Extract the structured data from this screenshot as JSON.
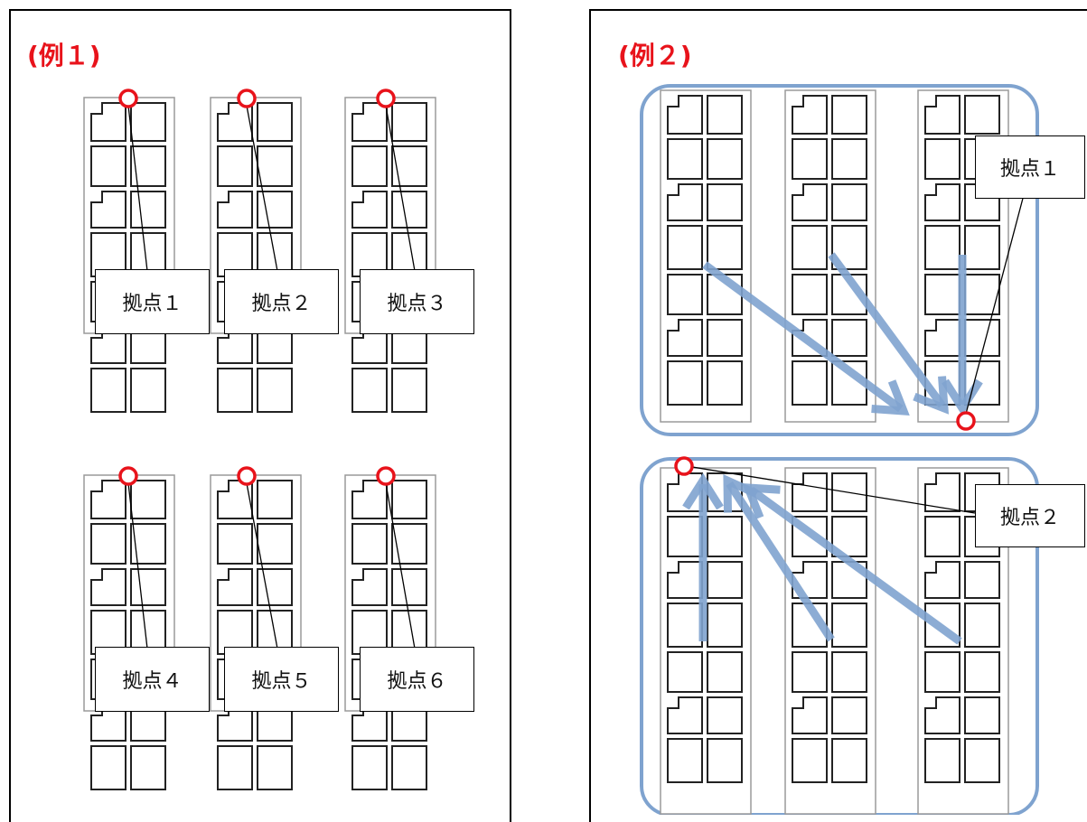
{
  "examples": [
    {
      "title": "(例１)",
      "base_labels": [
        "拠点１",
        "拠点２",
        "拠点３",
        "拠点４",
        "拠点５",
        "拠点６"
      ]
    },
    {
      "title": "(例２)",
      "base_labels": [
        "拠点１",
        "拠点２"
      ]
    }
  ],
  "colors": {
    "title": "#e8131b",
    "base_marker": "#e8131b",
    "grouping_outline": "#7fa3cf",
    "flow_arrow": "#7fa3cf",
    "rack_outline": "#9a9a9a",
    "slot_outline": "#222222"
  }
}
